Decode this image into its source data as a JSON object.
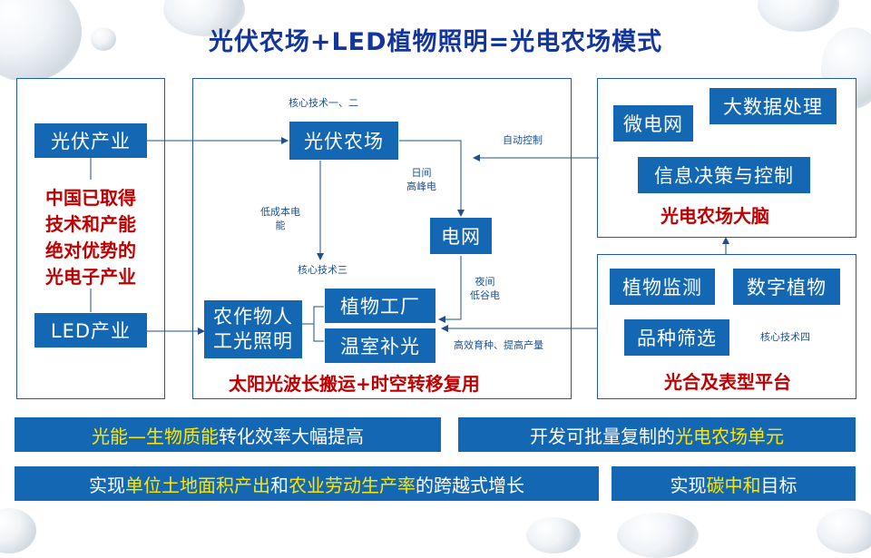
{
  "title": "光伏农场+LED植物照明=光电农场模式",
  "left": {
    "pv_industry": "光伏产业",
    "china_lines": [
      "中国已取得",
      "技术和产能",
      "绝对优势的",
      "光电子产业"
    ],
    "led_industry": "LED产业"
  },
  "middle": {
    "core_tech_12": "核心技术一、二",
    "pv_farm": "光伏农场",
    "day_peak": [
      "日间",
      "高峰电"
    ],
    "low_cost": [
      "低成本电",
      "能"
    ],
    "grid": "电网",
    "core_tech_3": "核心技术三",
    "night_valley": [
      "夜间",
      "低谷电"
    ],
    "crop_light": [
      "农作物人",
      "工光照明"
    ],
    "plant_factory": "植物工厂",
    "greenhouse": "温室补光",
    "high_eff": "高效育种、提高产量",
    "bottom_text": "太阳光波长搬运+时空转移复用"
  },
  "right_top": {
    "auto_control": "自动控制",
    "microgrid": "微电网",
    "big_data": "大数据处理",
    "info_decision": "信息决策与控制",
    "brain": "光电农场大脑"
  },
  "right_bottom": {
    "plant_monitor": "植物监测",
    "digital_plant": "数字植物",
    "variety_screen": "品种筛选",
    "core_tech_4": "核心技术四",
    "platform": "光合及表型平台"
  },
  "bars": {
    "b1": {
      "hl": "光能—生物质能",
      "rest": "转化效率大幅提高"
    },
    "b2": {
      "pre": "开发可批量复制的",
      "hl": "光电农场单元"
    },
    "b3": {
      "pre": "实现",
      "hl1": "单位土地面积产出",
      "mid": "和",
      "hl2": "农业劳动生产率",
      "post": "的跨越式增长"
    },
    "b4": {
      "pre": "实现",
      "hl": "碳中和",
      "post": "目标"
    }
  },
  "colors": {
    "accent_blue": "#1468b3",
    "title_blue": "#14369c",
    "red": "#c00000",
    "highlight": "#ffe600"
  }
}
